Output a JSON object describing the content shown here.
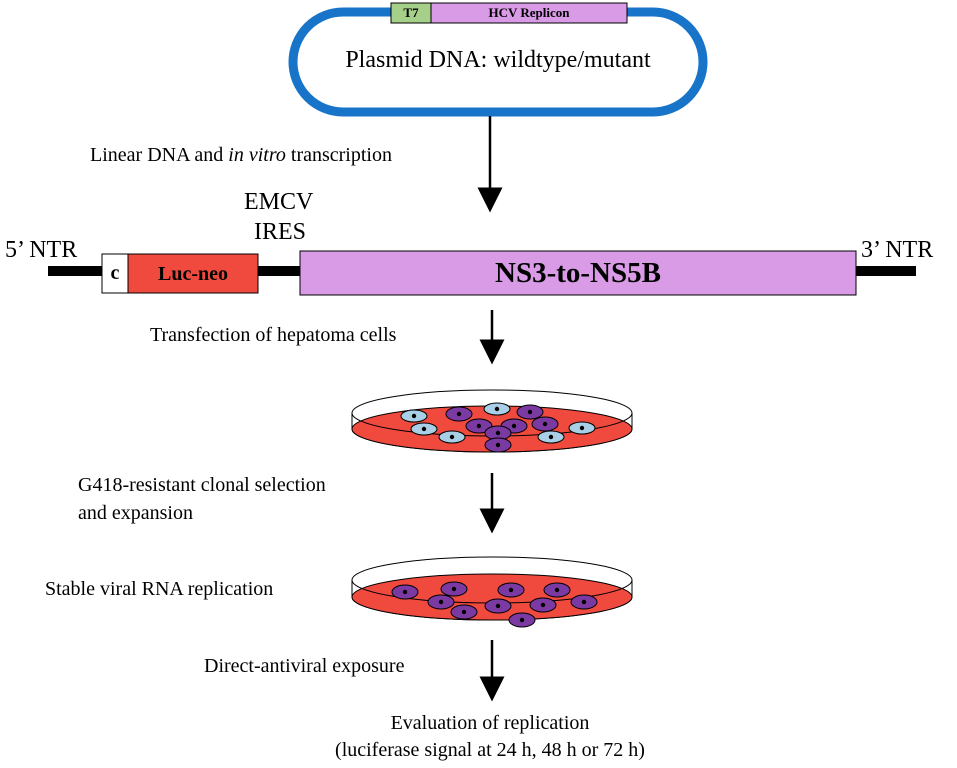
{
  "colors": {
    "plasmid_ring": "#1874c8",
    "t7_fill": "#a6d08a",
    "replicon_fill": "#d99ae6",
    "luc_fill": "#f04a3f",
    "ns_fill": "#d99ae6",
    "dish_fill": "#f04a3f",
    "cell_purple": "#7a3aa2",
    "cell_pale": "#a8cfe6",
    "line": "#000000"
  },
  "plasmid": {
    "t7_label": "T7",
    "replicon_label": "HCV Replicon",
    "label": "Plasmid DNA: wildtype/mutant"
  },
  "construct": {
    "five_ntr": "5’ NTR",
    "three_ntr": "3’ NTR",
    "c_box": "c",
    "luc_neo": "Luc-neo",
    "emcv": "EMCV",
    "ires": "IRES",
    "ns_region": "NS3-to-NS5B"
  },
  "steps": {
    "linear_prefix": "Linear DNA and ",
    "linear_italic": "in vitro",
    "linear_suffix": " transcription",
    "transfection": "Transfection of  hepatoma cells",
    "g418_line1": "G418-resistant clonal selection",
    "g418_line2": "and expansion",
    "stable": "Stable viral RNA replication",
    "direct": "Direct-antiviral exposure",
    "eval_line1": "Evaluation of replication",
    "eval_line2": "(luciferase signal at 24 h, 48 h or 72 h)"
  },
  "dish1": {
    "pale_cells": 6,
    "purple_cells": 7
  },
  "dish2": {
    "pale_cells": 0,
    "purple_cells": 10
  }
}
